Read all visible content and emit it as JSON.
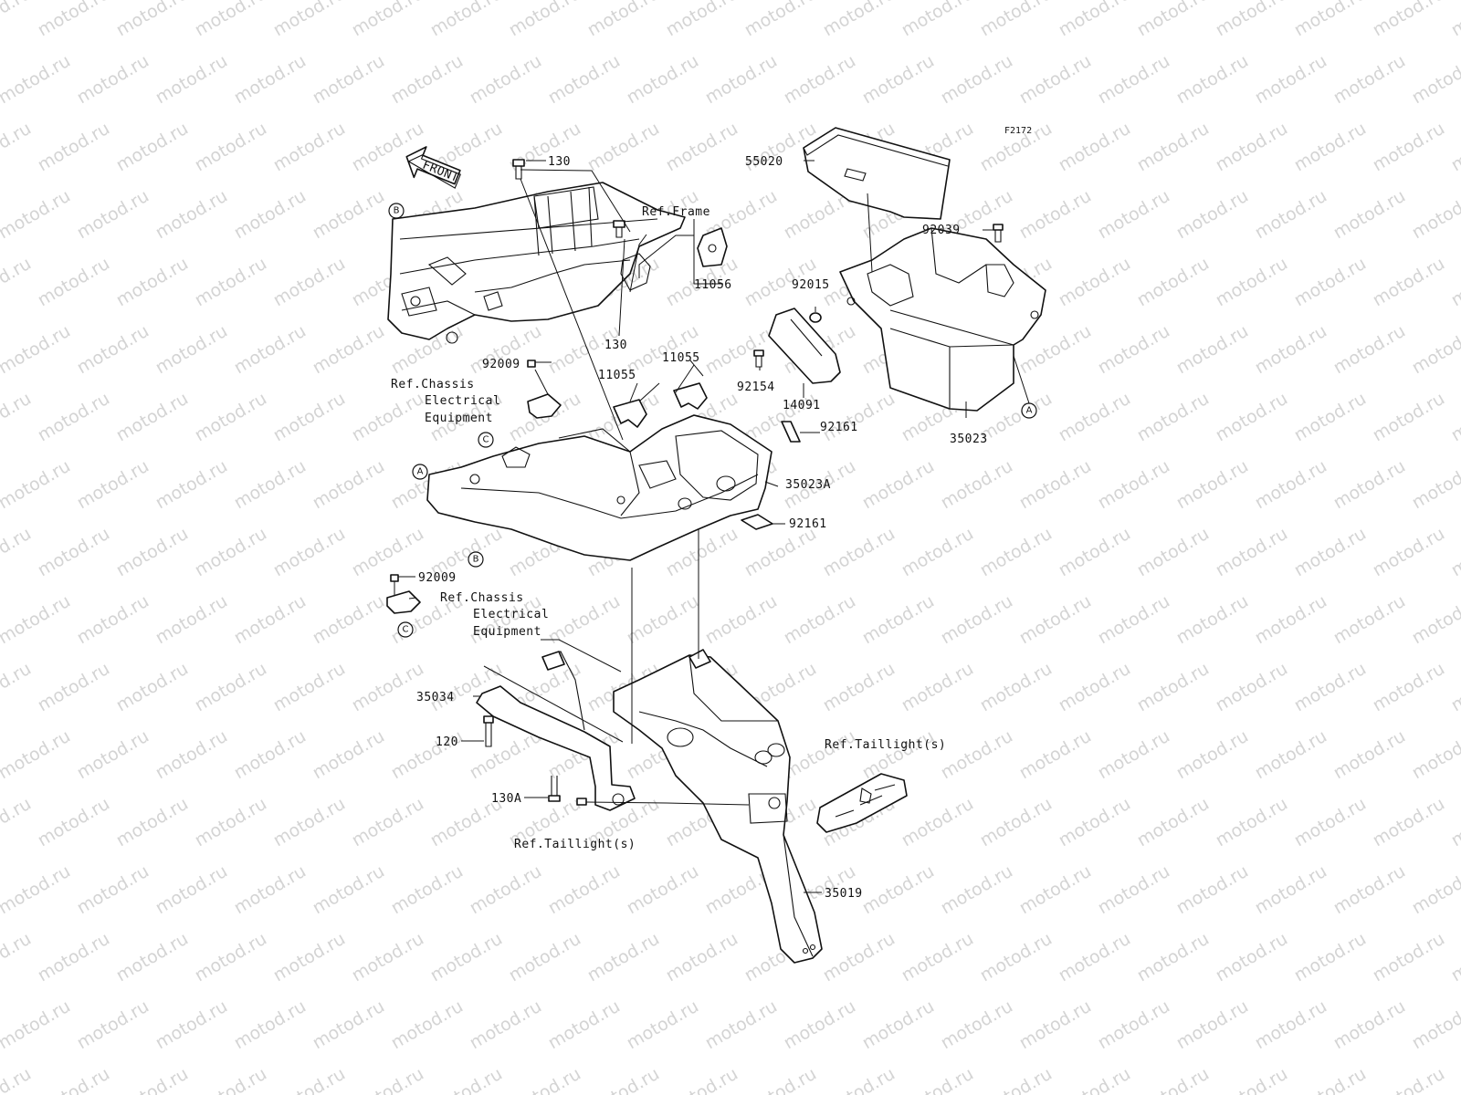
{
  "watermark": "motod.ru",
  "sheet_code": "F2172",
  "front_arrow": "FRONT",
  "refs": {
    "frame": "Ref.Frame",
    "chassis_1": [
      "Ref.Chassis",
      "Electrical",
      "Equipment"
    ],
    "chassis_2": [
      "Ref.Chassis",
      "Electrical",
      "Equipment"
    ],
    "taillight_1": "Ref.Taillight(s)",
    "taillight_2": "Ref.Taillight(s)"
  },
  "callouts": [
    "A",
    "B",
    "C"
  ],
  "parts": {
    "p130_top": "130",
    "p130_mid": "130",
    "p55020": "55020",
    "p92039": "92039",
    "p11056": "11056",
    "p92015": "92015",
    "p92009_top": "92009",
    "p11055_a": "11055",
    "p11055_b": "11055",
    "p92154": "92154",
    "p14091": "14091",
    "p35023": "35023",
    "p92161_a": "92161",
    "p35023A": "35023A",
    "p92161_b": "92161",
    "p92009_bot": "92009",
    "p35034": "35034",
    "p120": "120",
    "p130A": "130A",
    "p35019": "35019"
  }
}
